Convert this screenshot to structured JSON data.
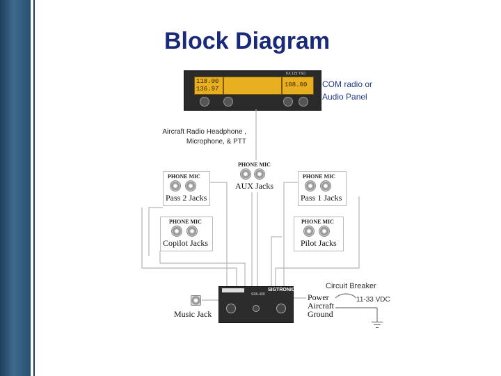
{
  "title": "Block Diagram",
  "labels": {
    "com_radio_line1": "COM radio or",
    "com_radio_line2": "Audio Panel",
    "headphone_line1": "Aircraft Radio Headphone ,",
    "headphone_line2": "Microphone,  & PTT",
    "circuit_breaker": "Circuit Breaker",
    "voltage": "11-33 VDC",
    "music_jack": "Music Jack",
    "power_line1": "Power",
    "power_line2": "Aircraft",
    "power_line3": "Ground"
  },
  "jack_head": "PHONE MIC",
  "jacks": {
    "aux": "AUX Jacks",
    "pass2": "Pass 2 Jacks",
    "pass1": "Pass 1 Jacks",
    "copilot": "Copilot Jacks",
    "pilot": "Pilot Jacks"
  },
  "radio": {
    "active_top": "118.00",
    "active_bottom": "136.97",
    "standby": "108.00",
    "model": "KX 125 TSO"
  },
  "audio_panel": {
    "brand": "SIGTRONICS",
    "model": "SPA-400"
  },
  "colors": {
    "title": "#1a2a7a",
    "label": "#1f3c8a",
    "wire": "#b5b5b5",
    "display": "#e8b020"
  }
}
